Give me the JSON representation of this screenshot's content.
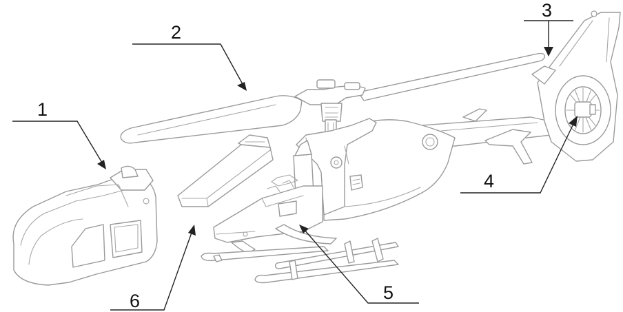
{
  "callouts": [
    {
      "id": "1",
      "label": "1"
    },
    {
      "id": "2",
      "label": "2"
    },
    {
      "id": "3",
      "label": "3"
    },
    {
      "id": "4",
      "label": "4"
    },
    {
      "id": "5",
      "label": "5"
    },
    {
      "id": "6",
      "label": "6"
    }
  ],
  "colors": {
    "line": "#9a9a9a",
    "leader": "#222222",
    "text": "#111111",
    "background": "#ffffff"
  }
}
